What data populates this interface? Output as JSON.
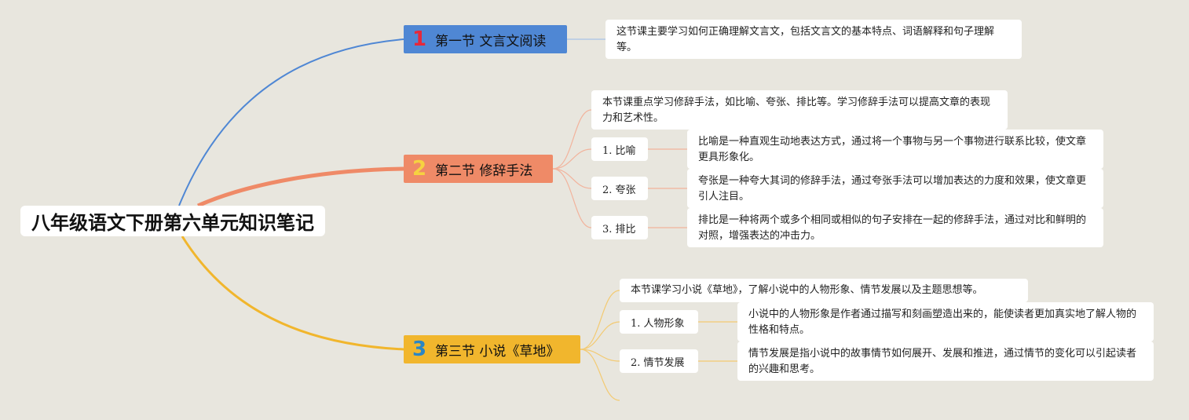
{
  "root": {
    "title": "八年级语文下册第六单元知识笔记"
  },
  "colors": {
    "background": "#e8e6de",
    "branch1": "#4f87d4",
    "branch2": "#ef8a67",
    "branch3": "#f1b62d"
  },
  "branches": [
    {
      "number": "1",
      "label": "第一节 文言文阅读",
      "summary": "这节课主要学习如何正确理解文言文，包括文言文的基本特点、词语解释和句子理解等。"
    },
    {
      "number": "2",
      "label": "第二节 修辞手法",
      "summary": "本节课重点学习修辞手法，如比喻、夸张、排比等。学习修辞手法可以提高文章的表现力和艺术性。",
      "items": [
        {
          "label": "1. 比喻",
          "desc": "比喻是一种直观生动地表达方式，通过将一个事物与另一个事物进行联系比较，使文章更具形象化。"
        },
        {
          "label": "2. 夸张",
          "desc": "夸张是一种夸大其词的修辞手法，通过夸张手法可以增加表达的力度和效果，使文章更引人注目。"
        },
        {
          "label": "3. 排比",
          "desc": "排比是一种将两个或多个相同或相似的句子安排在一起的修辞手法，通过对比和鲜明的对照，增强表达的冲击力。"
        }
      ]
    },
    {
      "number": "3",
      "label": "第三节 小说《草地》",
      "summary": "本节课学习小说《草地》，了解小说中的人物形象、情节发展以及主题思想等。",
      "items": [
        {
          "label": "1. 人物形象",
          "desc": "小说中的人物形象是作者通过描写和刻画塑造出来的，能使读者更加真实地了解人物的性格和特点。"
        },
        {
          "label": "2. 情节发展",
          "desc": "情节发展是指小说中的故事情节如何展开、发展和推进，通过情节的变化可以引起读者的兴趣和思考。"
        }
      ]
    }
  ]
}
